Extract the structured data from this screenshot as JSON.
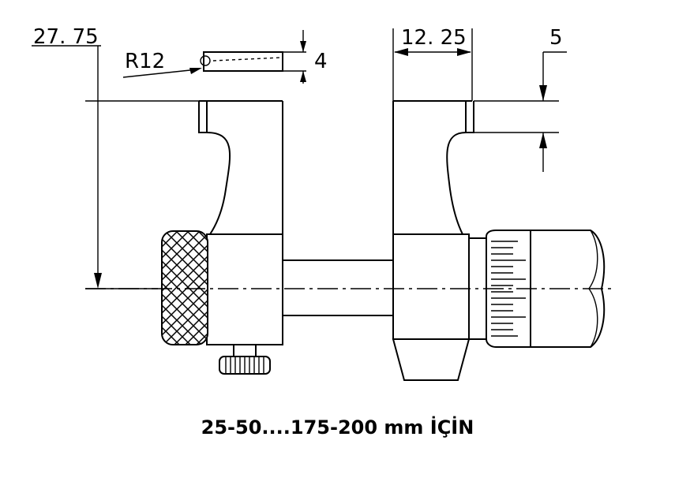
{
  "dimensions": {
    "depth_label": "27. 75",
    "radius_label": "R12",
    "tip_thickness_label": "4",
    "jaw_width_label": "12. 25",
    "jaw_height_label": "5"
  },
  "caption": "25-50....175-200 mm İÇİN"
}
